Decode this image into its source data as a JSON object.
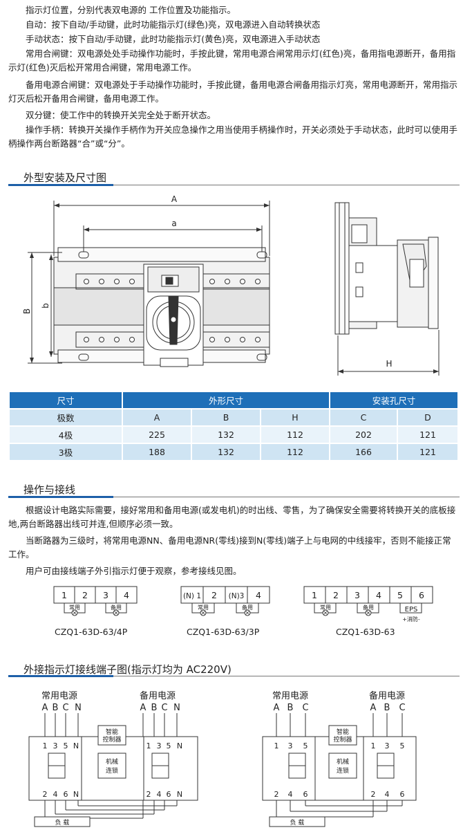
{
  "intro_paragraphs": [
    "　　指示灯位置，分别代表双电源的 工作位置及功能指示。",
    "　　自动：按下自动/手动键，此时功能指示灯(绿色)亮，双电源进入自动转换状态",
    "　　手动状态：按下自动/手动键，此时功能指示灯(黄色)亮，双电源进入手动状态",
    "　　常用合闸键：双电源处处手动操作功能时，手按此键，常用电源合闸常用示灯(红色)亮，备用指电源断开，备用指示灯(红色)灭后松开常用合闸键，常用电源工作。",
    "　　备用电源合闸键：双电源处于手动操作功能时，手按此键，备用电源合闸备用指示灯亮，常用电源断开，常用指示灯灭后松开备用合闸键，备用电源工作。",
    "　　双分键：使工作中的转换开关完全处于断开状态。",
    "　　操作手柄：转换开关操作手柄作为开关应急操作之用当使用手柄操作时，开关必须处于手动状态，此时可以使用手柄操作两台断路器“合”或“分”。"
  ],
  "section1": {
    "title": "外型安装及尺寸图"
  },
  "dim_labels": {
    "A": "A",
    "a": "a",
    "B": "B",
    "b": "b",
    "H": "H"
  },
  "table": {
    "h_size": "尺寸",
    "h_outline": "外形尺寸",
    "h_mount": "安装孔尺寸",
    "cols": [
      "极数",
      "A",
      "B",
      "H",
      "C",
      "D"
    ],
    "rows": [
      [
        "4极",
        "225",
        "132",
        "112",
        "202",
        "121"
      ],
      [
        "3极",
        "188",
        "132",
        "112",
        "166",
        "121"
      ]
    ]
  },
  "section2": {
    "title": "操作与接线"
  },
  "wiring_paragraphs": [
    "　　根据设计电路实际需要，接好常用和备用电源(或发电机)的时出线、零售，为了确保安全需要将转换开关的底板接地,两台断路器出线可并连,但顺序必须一致。",
    "　　当断路器为三级时，将常用电源NN、备用电源NR(零线)接到N(零线)端子上与电网的中线接牢，否则不能接正常工作。",
    "　　用户可由接线端子外引指示灯便于观察，参考接线见图。"
  ],
  "terminals": {
    "t1": {
      "cells": [
        "1",
        "2",
        "3",
        "4"
      ],
      "caption": "CZQ1-63D-63/4P"
    },
    "t2": {
      "cells": [
        "(N) 1",
        "2",
        "(N)3",
        "4"
      ],
      "caption": "CZQ1-63D-63/3P"
    },
    "t3": {
      "cells": [
        "1",
        "2",
        "3",
        "4",
        "5",
        "6"
      ],
      "caption": "CZQ1-63D-63",
      "eps": "EPS",
      "fire": "+消防-"
    },
    "normal_label": "常用",
    "standby_label": "备用"
  },
  "section3": {
    "title": "外接指示灯接线端子图(指示灯均为 AC220V)"
  },
  "bottom": {
    "normal_source": "常用电源",
    "standby_source": "备用电源",
    "phases4": [
      "A",
      "B",
      "C",
      "N"
    ],
    "phases3": [
      "A",
      "B",
      "C"
    ],
    "top4": [
      "1",
      "3",
      "5",
      "N"
    ],
    "bot4": [
      "2",
      "4",
      "6",
      "N"
    ],
    "top3": [
      "1",
      "3",
      "5"
    ],
    "bot3": [
      "2",
      "4",
      "6"
    ],
    "controller_l1": "智能",
    "controller_l2": "控制器",
    "mech_l1": "机械",
    "mech_l2": "连锁",
    "load": "负 载"
  }
}
